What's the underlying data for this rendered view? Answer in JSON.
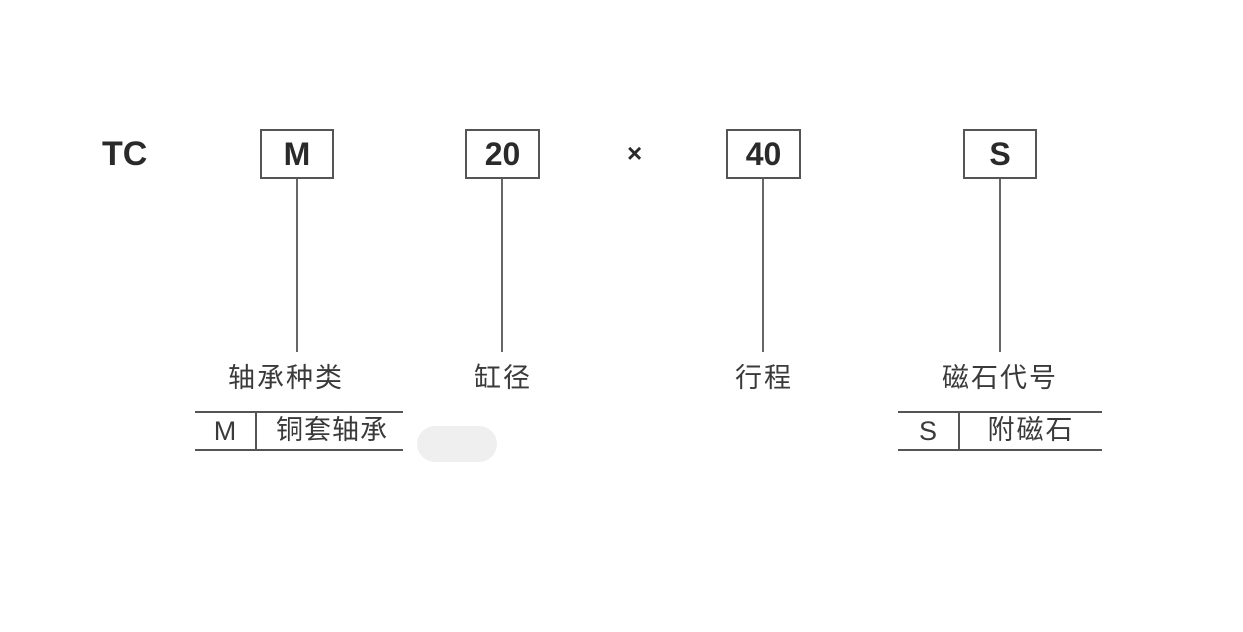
{
  "model_code": {
    "prefix": "TC",
    "separator": "×",
    "segments": [
      {
        "value": "M",
        "label": "轴承种类",
        "options": [
          {
            "code": "M",
            "desc": "铜套轴承"
          }
        ]
      },
      {
        "value": "20",
        "label": "缸径"
      },
      {
        "value": "40",
        "label": "行程"
      },
      {
        "value": "S",
        "label": "磁石代号",
        "options": [
          {
            "code": "S",
            "desc": "附磁石"
          }
        ]
      }
    ]
  }
}
